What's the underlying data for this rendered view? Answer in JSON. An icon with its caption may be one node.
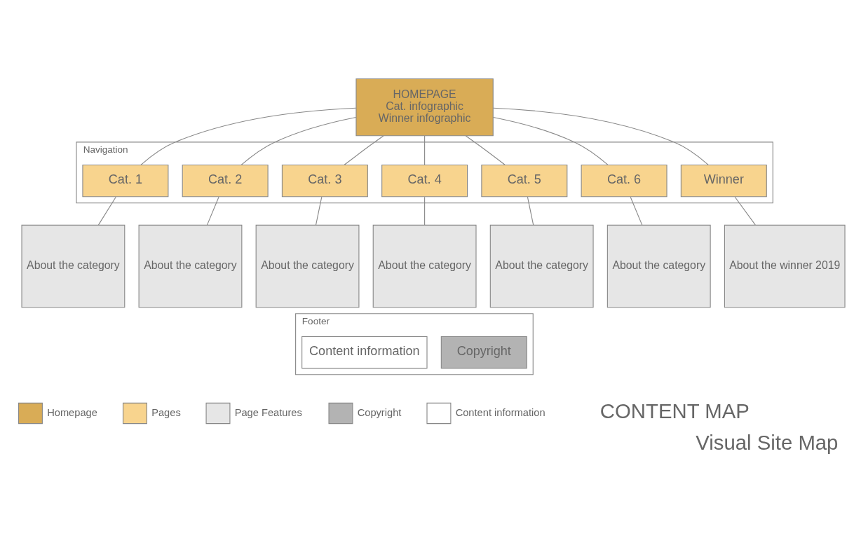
{
  "diagram": {
    "title": "Visual Site Map",
    "nodes": [
      {
        "text": [
          "HOMEPAGE",
          "Cat. infographic",
          "Winner infographic"
        ]
      },
      {
        "text": [
          "Navigation"
        ]
      },
      {
        "text": [
          "Cat. 1"
        ],
        "in": 1
      },
      {
        "text": [
          "Cat. 2"
        ],
        "in": 1
      },
      {
        "text": [
          "Cat. 3"
        ],
        "in": 1
      },
      {
        "text": [
          "Cat. 4"
        ],
        "in": 1
      },
      {
        "text": [
          "Cat. 5"
        ],
        "in": 1
      },
      {
        "text": [
          "Cat. 6"
        ],
        "in": 1
      },
      {
        "text": [
          "Winner"
        ],
        "in": 1
      },
      {
        "text": [
          "About the category"
        ]
      },
      {
        "text": [
          "About the category"
        ]
      },
      {
        "text": [
          "About the category"
        ]
      },
      {
        "text": [
          "About the category"
        ]
      },
      {
        "text": [
          "About the category"
        ]
      },
      {
        "text": [
          "About the category"
        ]
      },
      {
        "text": [
          "About the winner 2019"
        ]
      },
      {
        "text": [
          "Footer"
        ]
      },
      {
        "text": [
          "Copyright"
        ],
        "in": 16
      },
      {
        "text": [
          "Content information"
        ],
        "in": 16
      }
    ],
    "edges": [
      {
        "from": 0,
        "to": 2,
        "arrow": "none"
      },
      {
        "from": 0,
        "to": 3,
        "arrow": "none"
      },
      {
        "from": 0,
        "to": 4,
        "arrow": "none"
      },
      {
        "from": 0,
        "to": 5,
        "arrow": "none"
      },
      {
        "from": 0,
        "to": 6,
        "arrow": "none"
      },
      {
        "from": 0,
        "to": 7,
        "arrow": "none"
      },
      {
        "from": 0,
        "to": 8,
        "arrow": "none"
      },
      {
        "from": 2,
        "to": 9,
        "arrow": "none"
      },
      {
        "from": 3,
        "to": 10,
        "arrow": "none"
      },
      {
        "from": 4,
        "to": 11,
        "arrow": "none"
      },
      {
        "from": 5,
        "to": 12,
        "arrow": "none"
      },
      {
        "from": 6,
        "to": 13,
        "arrow": "none"
      },
      {
        "from": 7,
        "to": 14,
        "arrow": "none"
      },
      {
        "from": 8,
        "to": 15,
        "arrow": "none"
      }
    ],
    "labels": [
      "CONTENT MAP"
    ],
    "legend": [
      {
        "text": "Homepage",
        "color": "#d9ac56"
      },
      {
        "text": "Pages",
        "color": "#f8d48e"
      },
      {
        "text": "Page Features",
        "color": "#e6e6e6"
      },
      {
        "text": "Copyright",
        "color": "#b3b3b3"
      },
      {
        "text": "Content information",
        "color": "#ffffff"
      }
    ]
  }
}
